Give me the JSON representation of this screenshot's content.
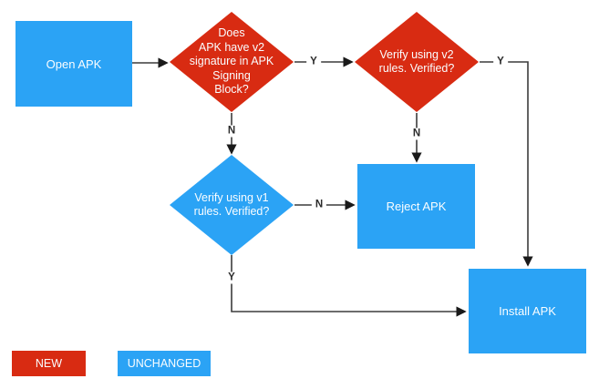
{
  "colors": {
    "new": "#d82b12",
    "unchanged": "#2ba3f5",
    "line": "#3c3c3c",
    "arrowhead": "#1a1a1a",
    "node_text": "#fafdff",
    "edge_label_text": "#2b2b2b",
    "background": "#ffffff"
  },
  "nodes": {
    "open_apk": {
      "label": "Open APK",
      "status": "unchanged"
    },
    "v2_signature_check": {
      "label": "Does\nAPK have v2\nsignature in APK\nSigning\nBlock?",
      "status": "new"
    },
    "verify_v2": {
      "label": "Verify using v2\nrules. Verified?",
      "status": "new"
    },
    "verify_v1": {
      "label": "Verify using v1\nrules. Verified?",
      "status": "unchanged"
    },
    "reject_apk": {
      "label": "Reject APK",
      "status": "unchanged"
    },
    "install_apk": {
      "label": "Install APK",
      "status": "unchanged"
    }
  },
  "edge_labels": {
    "check_yes": "Y",
    "check_no": "N",
    "verify_v2_yes": "Y",
    "verify_v2_no": "N",
    "verify_v1_no": "N",
    "verify_v1_yes": "Y"
  },
  "legend": {
    "new_label": "NEW",
    "unchanged_label": "UNCHANGED"
  }
}
